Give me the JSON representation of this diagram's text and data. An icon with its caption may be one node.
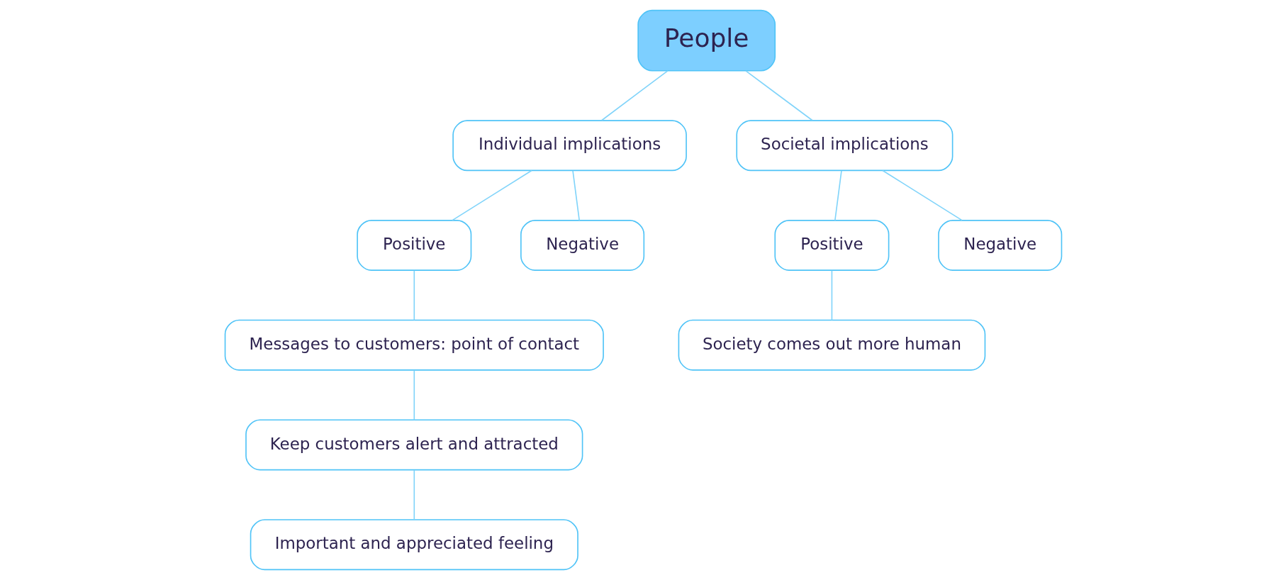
{
  "diagram": {
    "nodes": [
      {
        "text": [
          "People"
        ]
      },
      {
        "text": [
          "Individual implications"
        ]
      },
      {
        "text": [
          "Societal implications"
        ]
      },
      {
        "text": [
          "Positive"
        ]
      },
      {
        "text": [
          "Negative"
        ]
      },
      {
        "text": [
          "Positive"
        ]
      },
      {
        "text": [
          "Negative"
        ]
      },
      {
        "text": [
          "Messages to customers: point of contact"
        ]
      },
      {
        "text": [
          "Keep customers alert and attracted"
        ]
      },
      {
        "text": [
          "Important and appreciated feeling"
        ]
      },
      {
        "text": [
          "Society comes out more human"
        ]
      }
    ],
    "edges": [
      {
        "from": 0,
        "to": 1,
        "arrow": "none"
      },
      {
        "from": 0,
        "to": 2,
        "arrow": "none"
      },
      {
        "from": 1,
        "to": 3,
        "arrow": "none"
      },
      {
        "from": 1,
        "to": 4,
        "arrow": "none"
      },
      {
        "from": 2,
        "to": 5,
        "arrow": "none"
      },
      {
        "from": 2,
        "to": 6,
        "arrow": "none"
      },
      {
        "from": 3,
        "to": 7,
        "arrow": "none"
      },
      {
        "from": 7,
        "to": 8,
        "arrow": "none"
      },
      {
        "from": 8,
        "to": 9,
        "arrow": "none"
      },
      {
        "from": 5,
        "to": 10,
        "arrow": "none"
      }
    ]
  }
}
